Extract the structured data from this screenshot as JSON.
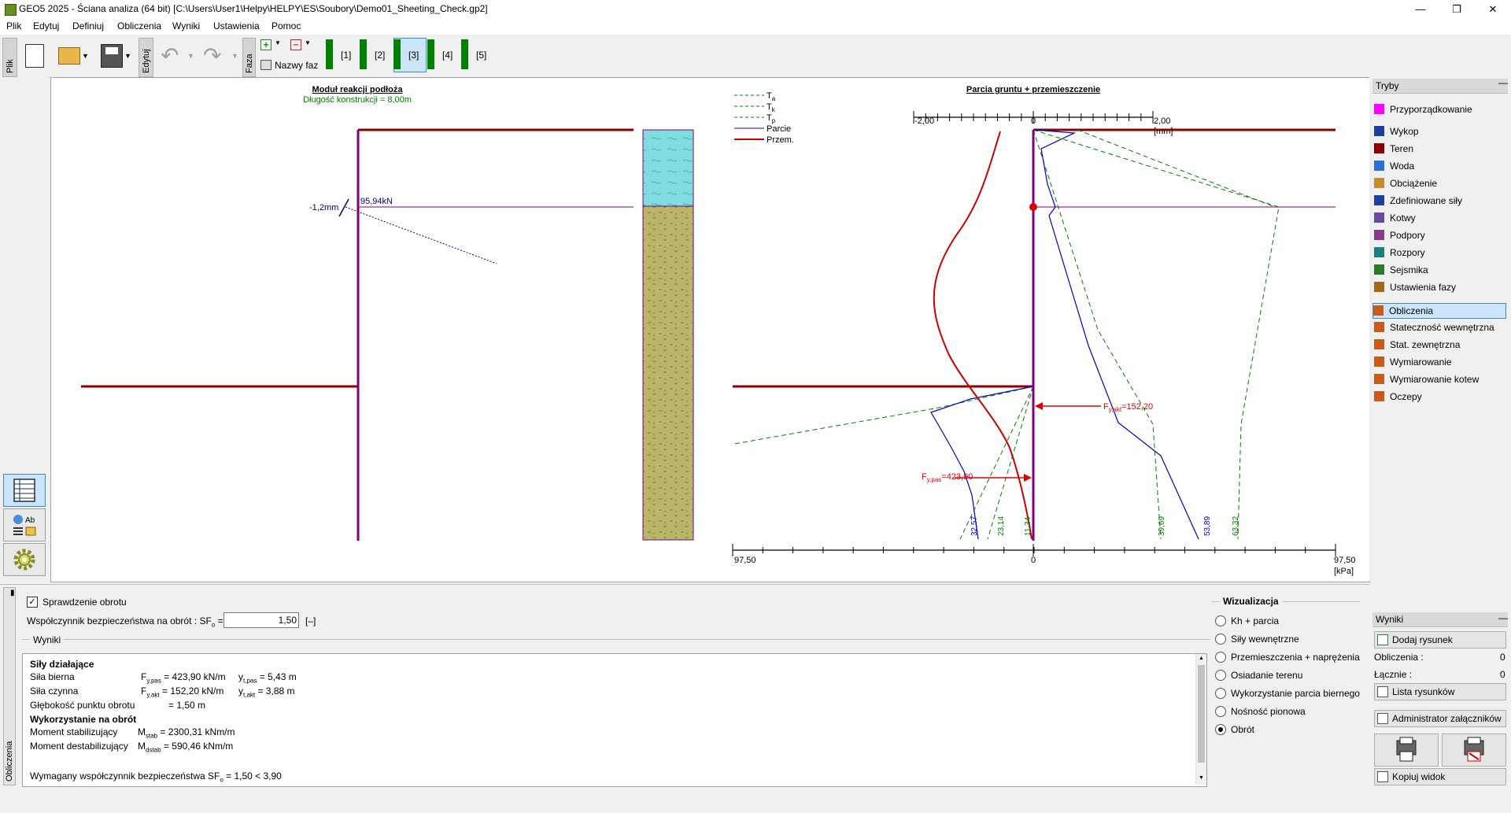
{
  "window": {
    "title": "GEO5 2025 - Ściana analiza (64 bit) [C:\\Users\\User1\\Helpy\\HELPY\\ES\\Soubory\\Demo01_Sheeting_Check.gp2]"
  },
  "menu": [
    "Plik",
    "Edytuj",
    "Definiuj",
    "Obliczenia",
    "Wyniki",
    "Ustawienia",
    "Pomoc"
  ],
  "toolbar": {
    "plik_tab": "Plik",
    "edytuj_tab": "Edytuj",
    "faza_tab": "Faza",
    "phase_names": "Nazwy faz",
    "stages": [
      "[1]",
      "[2]",
      "[3]",
      "[4]",
      "[5]"
    ],
    "active_stage": "[3]"
  },
  "left_chart": {
    "title": "Moduł reakcji podłoża",
    "subtitle": "Długość konstrukcji = 8,00m",
    "displacement_label": "-1,2mm",
    "force_label": "95,94kN"
  },
  "right_chart": {
    "title": "Parcia gruntu + przemieszczenie",
    "legend": [
      "T",
      "T",
      "T",
      "Parcie",
      "Przem."
    ],
    "legend_sub": [
      "a",
      "k",
      "p",
      "",
      ""
    ],
    "top_axis": {
      "left": "-2,00",
      "zero": "0",
      "right": "2,00",
      "unit": "[mm]"
    },
    "bottom_axis": {
      "left": "97,50",
      "zero": "0",
      "right": "97,50",
      "unit": "[kPa]"
    },
    "fy_akt_main": "F",
    "fy_akt_sub": "y,akt",
    "fy_akt_val": "=152,20",
    "fy_pas_main": "F",
    "fy_pas_sub": "y,pas",
    "fy_pas_val": "=423,90",
    "values": [
      "32,57",
      "23,14",
      "11,34",
      "39,69",
      "53,89",
      "63,32"
    ]
  },
  "side_buttons": [
    "table-view",
    "legend-view",
    "settings"
  ],
  "tryby": {
    "header": "Tryby",
    "items": [
      "Przyporządkowanie",
      "Wykop",
      "Teren",
      "Woda",
      "Obciążenie",
      "Zdefiniowane siły",
      "Kotwy",
      "Podpory",
      "Rozpory",
      "Sejsmika",
      "Ustawienia fazy",
      "Obliczenia",
      "Stateczność wewnętrzna",
      "Stat. zewnętrzna",
      "Wymiarowanie",
      "Wymiarowanie kotew",
      "Oczepy"
    ],
    "active": "Obliczenia"
  },
  "wyniki_panel": {
    "header": "Wyniki",
    "add_drawing": "Dodaj rysunek",
    "obliczenia_label": "Obliczenia :",
    "obliczenia_value": "0",
    "lacznie_label": "Łącznie :",
    "lacznie_value": "0",
    "drawing_list": "Lista rysunków",
    "attachments": "Administrator załączników",
    "copy_view": "Kopiuj widok"
  },
  "bottom": {
    "vertical_tab": "Obliczenia",
    "check_label": "Sprawdzenie obrotu",
    "checked": true,
    "sf_label": "Współczynnik bezpieczeństwa na obrót : SF",
    "sf_sub": "o",
    "sf_eq": "=",
    "sf_value": "1,50",
    "sf_unit": "[–]",
    "results_header": "Wyniki",
    "vis_header": "Wizualizacja",
    "vis_options": [
      "Kh + parcia",
      "Siły wewnętrzne",
      "Przemieszczenia + naprężenia",
      "Osiadanie terenu",
      "Wykorzystanie parcia biernego",
      "Nośność pionowa",
      "Obrót"
    ],
    "vis_selected": "Obrót"
  },
  "results": {
    "forces_header": "Siły działające",
    "passive_label": "Siła bierna",
    "passive_sym": "F",
    "passive_sub": "y,pas",
    "passive_val": "=  423,90  kN/m",
    "passive_y_sym": "y",
    "passive_y_sub": "t,pas",
    "passive_y_val": "=  5,43  m",
    "active_label": "Siła czynna",
    "active_sym": "F",
    "active_sub": "y,akt",
    "active_val": "=  152,20  kN/m",
    "active_y_sym": "y",
    "active_y_sub": "t,akt",
    "active_y_val": "=  3,88  m",
    "depth_label": "Głębokość punktu obrotu",
    "depth_val": "=      1,50  m",
    "util_header": "Wykorzystanie na obrót",
    "mstab_label": "Moment stabilizujący",
    "mstab_sym": "M",
    "mstab_sub": "stab",
    "mstab_val": "=  2300,31  kNm/m",
    "mdstab_label": "Moment destabilizujący",
    "mdstab_sym": "M",
    "mdstab_sub": "dstab",
    "mdstab_val": "=   590,46  kNm/m",
    "required_text": "Wymagany współczynnik bezpieczeństwa SF",
    "required_sub": "o",
    "required_val": " = 1,50 < 3,90"
  },
  "colors": {
    "wall": "#800080",
    "terrain": "#8b0000",
    "water": "#7fdde0",
    "soil": "#b9b66a",
    "active_stage": "#cce4f7",
    "stage_green": "#008000"
  }
}
